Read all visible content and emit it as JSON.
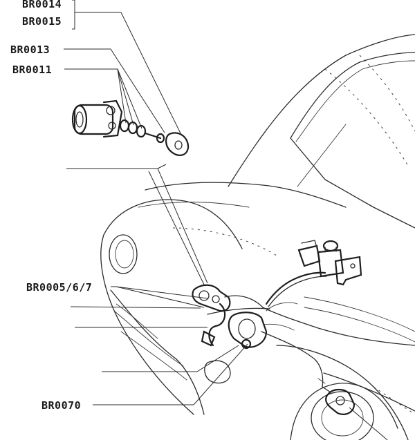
{
  "callouts": {
    "br0014": "BR0014",
    "br0015": "BR0015",
    "br0013": "BR0013",
    "br0011": "BR0011",
    "br0005": "BR0005/6/7",
    "br0070": "BR0070"
  }
}
